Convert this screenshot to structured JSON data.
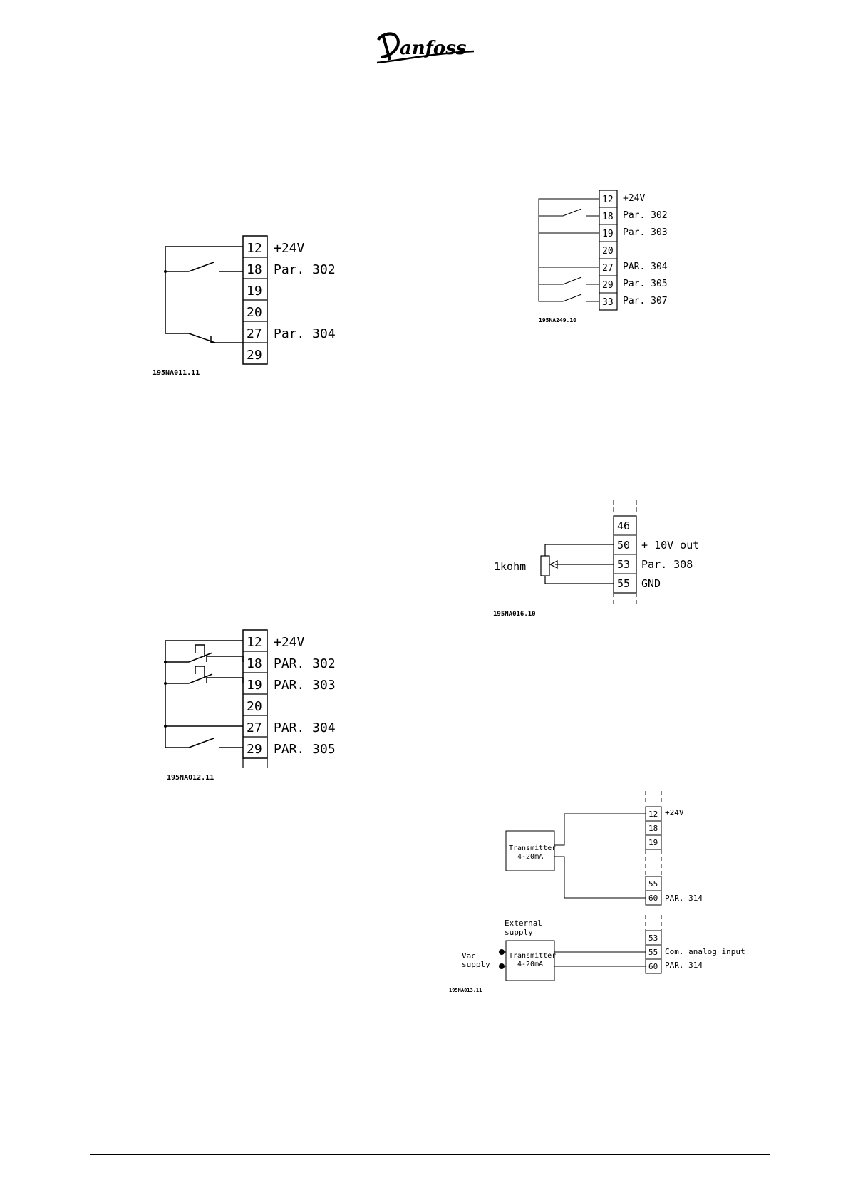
{
  "header": {
    "brand": "Danfoss"
  },
  "diagram1": {
    "code": "195NA011.11",
    "terminals": [
      "12",
      "18",
      "19",
      "20",
      "27",
      "29"
    ],
    "labels": [
      "+24V",
      "Par. 302",
      "",
      "",
      "Par. 304",
      ""
    ]
  },
  "diagram2": {
    "code": "195NA012.11",
    "terminals": [
      "12",
      "18",
      "19",
      "20",
      "27",
      "29"
    ],
    "labels": [
      "+24V",
      "PAR. 302",
      "PAR. 303",
      "",
      "PAR. 304",
      "PAR. 305"
    ]
  },
  "diagram3": {
    "code": "195NA249.10",
    "terminals": [
      "12",
      "18",
      "19",
      "20",
      "27",
      "29",
      "33"
    ],
    "labels": [
      "+24V",
      "Par. 302",
      "Par. 303",
      "",
      "PAR. 304",
      "Par. 305",
      "Par. 307"
    ]
  },
  "diagram4": {
    "code": "195NA016.10",
    "resistor": "1kohm",
    "terminals": [
      "46",
      "50",
      "53",
      "55"
    ],
    "labels": [
      "",
      "+ 10V out",
      "Par. 308",
      "GND"
    ]
  },
  "diagram5": {
    "code": "195NA013.11",
    "transmitter": [
      "Transmitter",
      "4-20mA"
    ],
    "upper_terminals": [
      "12",
      "18",
      "19",
      "55",
      "60"
    ],
    "upper_labels": [
      "+24V",
      "",
      "",
      "",
      "PAR. 314"
    ],
    "external_supply": [
      "External",
      "supply"
    ],
    "vac_supply": [
      "Vac",
      "supply"
    ],
    "lower_terminals": [
      "53",
      "55",
      "60"
    ],
    "lower_labels": [
      "",
      "Com. analog input",
      "PAR. 314"
    ]
  }
}
